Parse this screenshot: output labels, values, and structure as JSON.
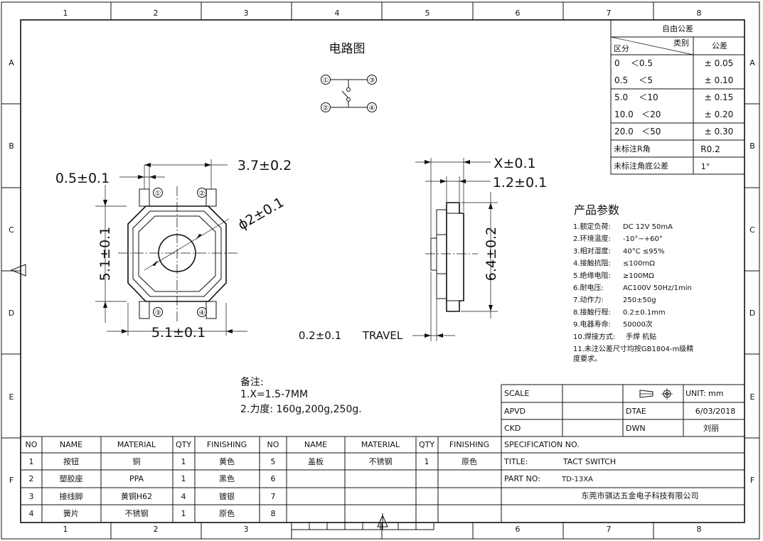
{
  "grid": {
    "cols": [
      "1",
      "2",
      "3",
      "4",
      "5",
      "6",
      "7",
      "8"
    ],
    "rows": [
      "A",
      "B",
      "C",
      "D",
      "E",
      "F"
    ]
  },
  "circuit": {
    "title": "电路图",
    "pins": [
      "①",
      "②",
      "③",
      "④"
    ]
  },
  "front_view": {
    "dim_pin_width": "0.5±0.1",
    "dim_pitch_top": "3.7±0.2",
    "dim_button_dia": "ϕ2±0.1",
    "dim_height": "5.1±0.1",
    "dim_width": "5.1±0.1",
    "pin_marks": [
      "①",
      "②",
      "③",
      "④"
    ]
  },
  "side_view": {
    "dim_x": "X±0.1",
    "dim_base": "1.2±0.1",
    "dim_length": "6.4±0.2",
    "travel_value": "0.2±0.1",
    "travel_label": "TRAVEL"
  },
  "tolerance_table": {
    "title": "自由公差",
    "header_category": "类别",
    "header_range": "区分",
    "header_tol": "公差",
    "rows": [
      {
        "range": "0    ＜0.5",
        "tol": "± 0.05"
      },
      {
        "range": "0.5    ＜5",
        "tol": "± 0.10"
      },
      {
        "range": "5.0    ＜10",
        "tol": "± 0.15"
      },
      {
        "range": "10.0   ＜20",
        "tol": "± 0.20"
      },
      {
        "range": "20.0   ＜50",
        "tol": "± 0.30"
      }
    ],
    "r_label": "未标注R角",
    "r_value": "R0.2",
    "angle_label": "未标注角底公差",
    "angle_value": "1°"
  },
  "params": {
    "title": "产品参数",
    "items": [
      {
        "label": "1.额定负荷:",
        "value": "DC 12V 50mA"
      },
      {
        "label": "2.环境温度:",
        "value": "-10°~+60°"
      },
      {
        "label": "3.相对湿度:",
        "value": "40°C ≤95%"
      },
      {
        "label": "4.接触抗阻:",
        "value": "≤100mΩ"
      },
      {
        "label": "5.绝缘电阻:",
        "value": "≥100MΩ"
      },
      {
        "label": "6.耐电压:",
        "value": "AC100V 50Hz/1min"
      },
      {
        "label": "7.动作力:",
        "value": "250±50g"
      },
      {
        "label": "8.接触行程:",
        "value": "0.2±0.1mm"
      },
      {
        "label": "9.电器寿命:",
        "value": "50000次"
      },
      {
        "label": "10.焊接方式:",
        "value": "手焊 机贴"
      }
    ],
    "note_line1": "11.未注公差尺寸均按GB1804-m级精",
    "note_line2": "度要求。"
  },
  "remarks": {
    "title": "备注:",
    "line1": "1.X=1.5-7MM",
    "line2": "2.力度: 160g,200g,250g."
  },
  "title_block": {
    "scale_label": "SCALE",
    "unit_label": "UNIT:",
    "unit_value": "mm",
    "apvd_label": "APVD",
    "dtae_label": "DTAE",
    "date": "6/03/2018",
    "ckd_label": "CKD",
    "dwn_label": "DWN",
    "drawer": "刘丽",
    "spec_label": "SPECIFICATION NO.",
    "title_label": "TITLE:",
    "title_value": "TACT SWITCH",
    "part_label": "PART NO:",
    "part_value": "TD-13XA",
    "company": "东莞市骐达五金电子科技有限公司"
  },
  "bom": {
    "headers": [
      "NO",
      "NAME",
      "MATERIAL",
      "QTY",
      "FINISHING",
      "NO",
      "NAME",
      "MATERIAL",
      "QTY",
      "FINISHING"
    ],
    "rows": [
      [
        "1",
        "按钮",
        "铜",
        "1",
        "黄色",
        "5",
        "盖板",
        "不锈钢",
        "1",
        "原色"
      ],
      [
        "2",
        "塑胶座",
        "PPA",
        "1",
        "黑色",
        "6",
        "",
        "",
        "",
        ""
      ],
      [
        "3",
        "接线脚",
        "黄铜H62",
        "4",
        "镀银",
        "7",
        "",
        "",
        "",
        ""
      ],
      [
        "4",
        "簧片",
        "不锈钢",
        "1",
        "原色",
        "8",
        "",
        "",
        "",
        ""
      ]
    ]
  }
}
